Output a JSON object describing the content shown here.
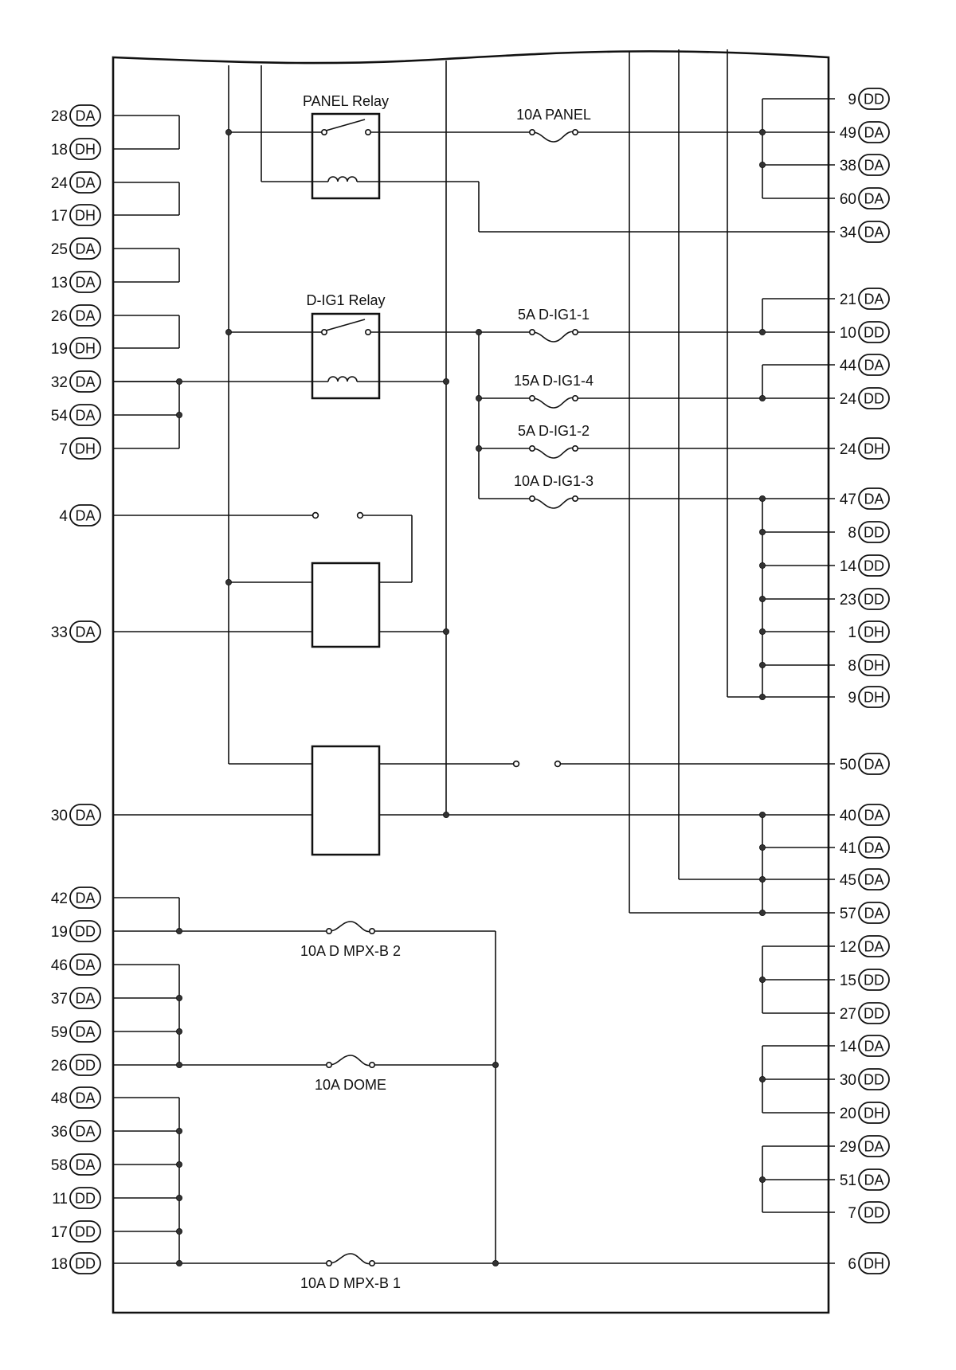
{
  "relays": {
    "panel_label": "PANEL Relay",
    "dig1_label": "D-IG1 Relay"
  },
  "fuses": {
    "panel": "10A PANEL",
    "dig1_1": "5A D-IG1-1",
    "dig1_4": "15A D-IG1-4",
    "dig1_2": "5A D-IG1-2",
    "dig1_3": "10A D-IG1-3",
    "dmpxb2": "10A D MPX-B 2",
    "dome": "10A DOME",
    "dmpxb1": "10A D MPX-B 1"
  },
  "left_terminals": [
    {
      "num": "28",
      "conn": "DA"
    },
    {
      "num": "18",
      "conn": "DH"
    },
    {
      "num": "24",
      "conn": "DA"
    },
    {
      "num": "17",
      "conn": "DH"
    },
    {
      "num": "25",
      "conn": "DA"
    },
    {
      "num": "13",
      "conn": "DA"
    },
    {
      "num": "26",
      "conn": "DA"
    },
    {
      "num": "19",
      "conn": "DH"
    },
    {
      "num": "32",
      "conn": "DA"
    },
    {
      "num": "54",
      "conn": "DA"
    },
    {
      "num": "7",
      "conn": "DH"
    },
    {
      "num": "4",
      "conn": "DA"
    },
    {
      "num": "33",
      "conn": "DA"
    },
    {
      "num": "30",
      "conn": "DA"
    },
    {
      "num": "42",
      "conn": "DA"
    },
    {
      "num": "19",
      "conn": "DD"
    },
    {
      "num": "46",
      "conn": "DA"
    },
    {
      "num": "37",
      "conn": "DA"
    },
    {
      "num": "59",
      "conn": "DA"
    },
    {
      "num": "26",
      "conn": "DD"
    },
    {
      "num": "48",
      "conn": "DA"
    },
    {
      "num": "36",
      "conn": "DA"
    },
    {
      "num": "58",
      "conn": "DA"
    },
    {
      "num": "11",
      "conn": "DD"
    },
    {
      "num": "17",
      "conn": "DD"
    },
    {
      "num": "18",
      "conn": "DD"
    }
  ],
  "right_terminals": [
    {
      "num": "9",
      "conn": "DD"
    },
    {
      "num": "49",
      "conn": "DA"
    },
    {
      "num": "38",
      "conn": "DA"
    },
    {
      "num": "60",
      "conn": "DA"
    },
    {
      "num": "34",
      "conn": "DA"
    },
    {
      "num": "21",
      "conn": "DA"
    },
    {
      "num": "10",
      "conn": "DD"
    },
    {
      "num": "44",
      "conn": "DA"
    },
    {
      "num": "24",
      "conn": "DD"
    },
    {
      "num": "24",
      "conn": "DH"
    },
    {
      "num": "47",
      "conn": "DA"
    },
    {
      "num": "8",
      "conn": "DD"
    },
    {
      "num": "14",
      "conn": "DD"
    },
    {
      "num": "23",
      "conn": "DD"
    },
    {
      "num": "1",
      "conn": "DH"
    },
    {
      "num": "8",
      "conn": "DH"
    },
    {
      "num": "9",
      "conn": "DH"
    },
    {
      "num": "50",
      "conn": "DA"
    },
    {
      "num": "40",
      "conn": "DA"
    },
    {
      "num": "41",
      "conn": "DA"
    },
    {
      "num": "45",
      "conn": "DA"
    },
    {
      "num": "57",
      "conn": "DA"
    },
    {
      "num": "12",
      "conn": "DA"
    },
    {
      "num": "15",
      "conn": "DD"
    },
    {
      "num": "27",
      "conn": "DD"
    },
    {
      "num": "14",
      "conn": "DA"
    },
    {
      "num": "30",
      "conn": "DD"
    },
    {
      "num": "20",
      "conn": "DH"
    },
    {
      "num": "29",
      "conn": "DA"
    },
    {
      "num": "51",
      "conn": "DA"
    },
    {
      "num": "7",
      "conn": "DD"
    },
    {
      "num": "6",
      "conn": "DH"
    }
  ]
}
